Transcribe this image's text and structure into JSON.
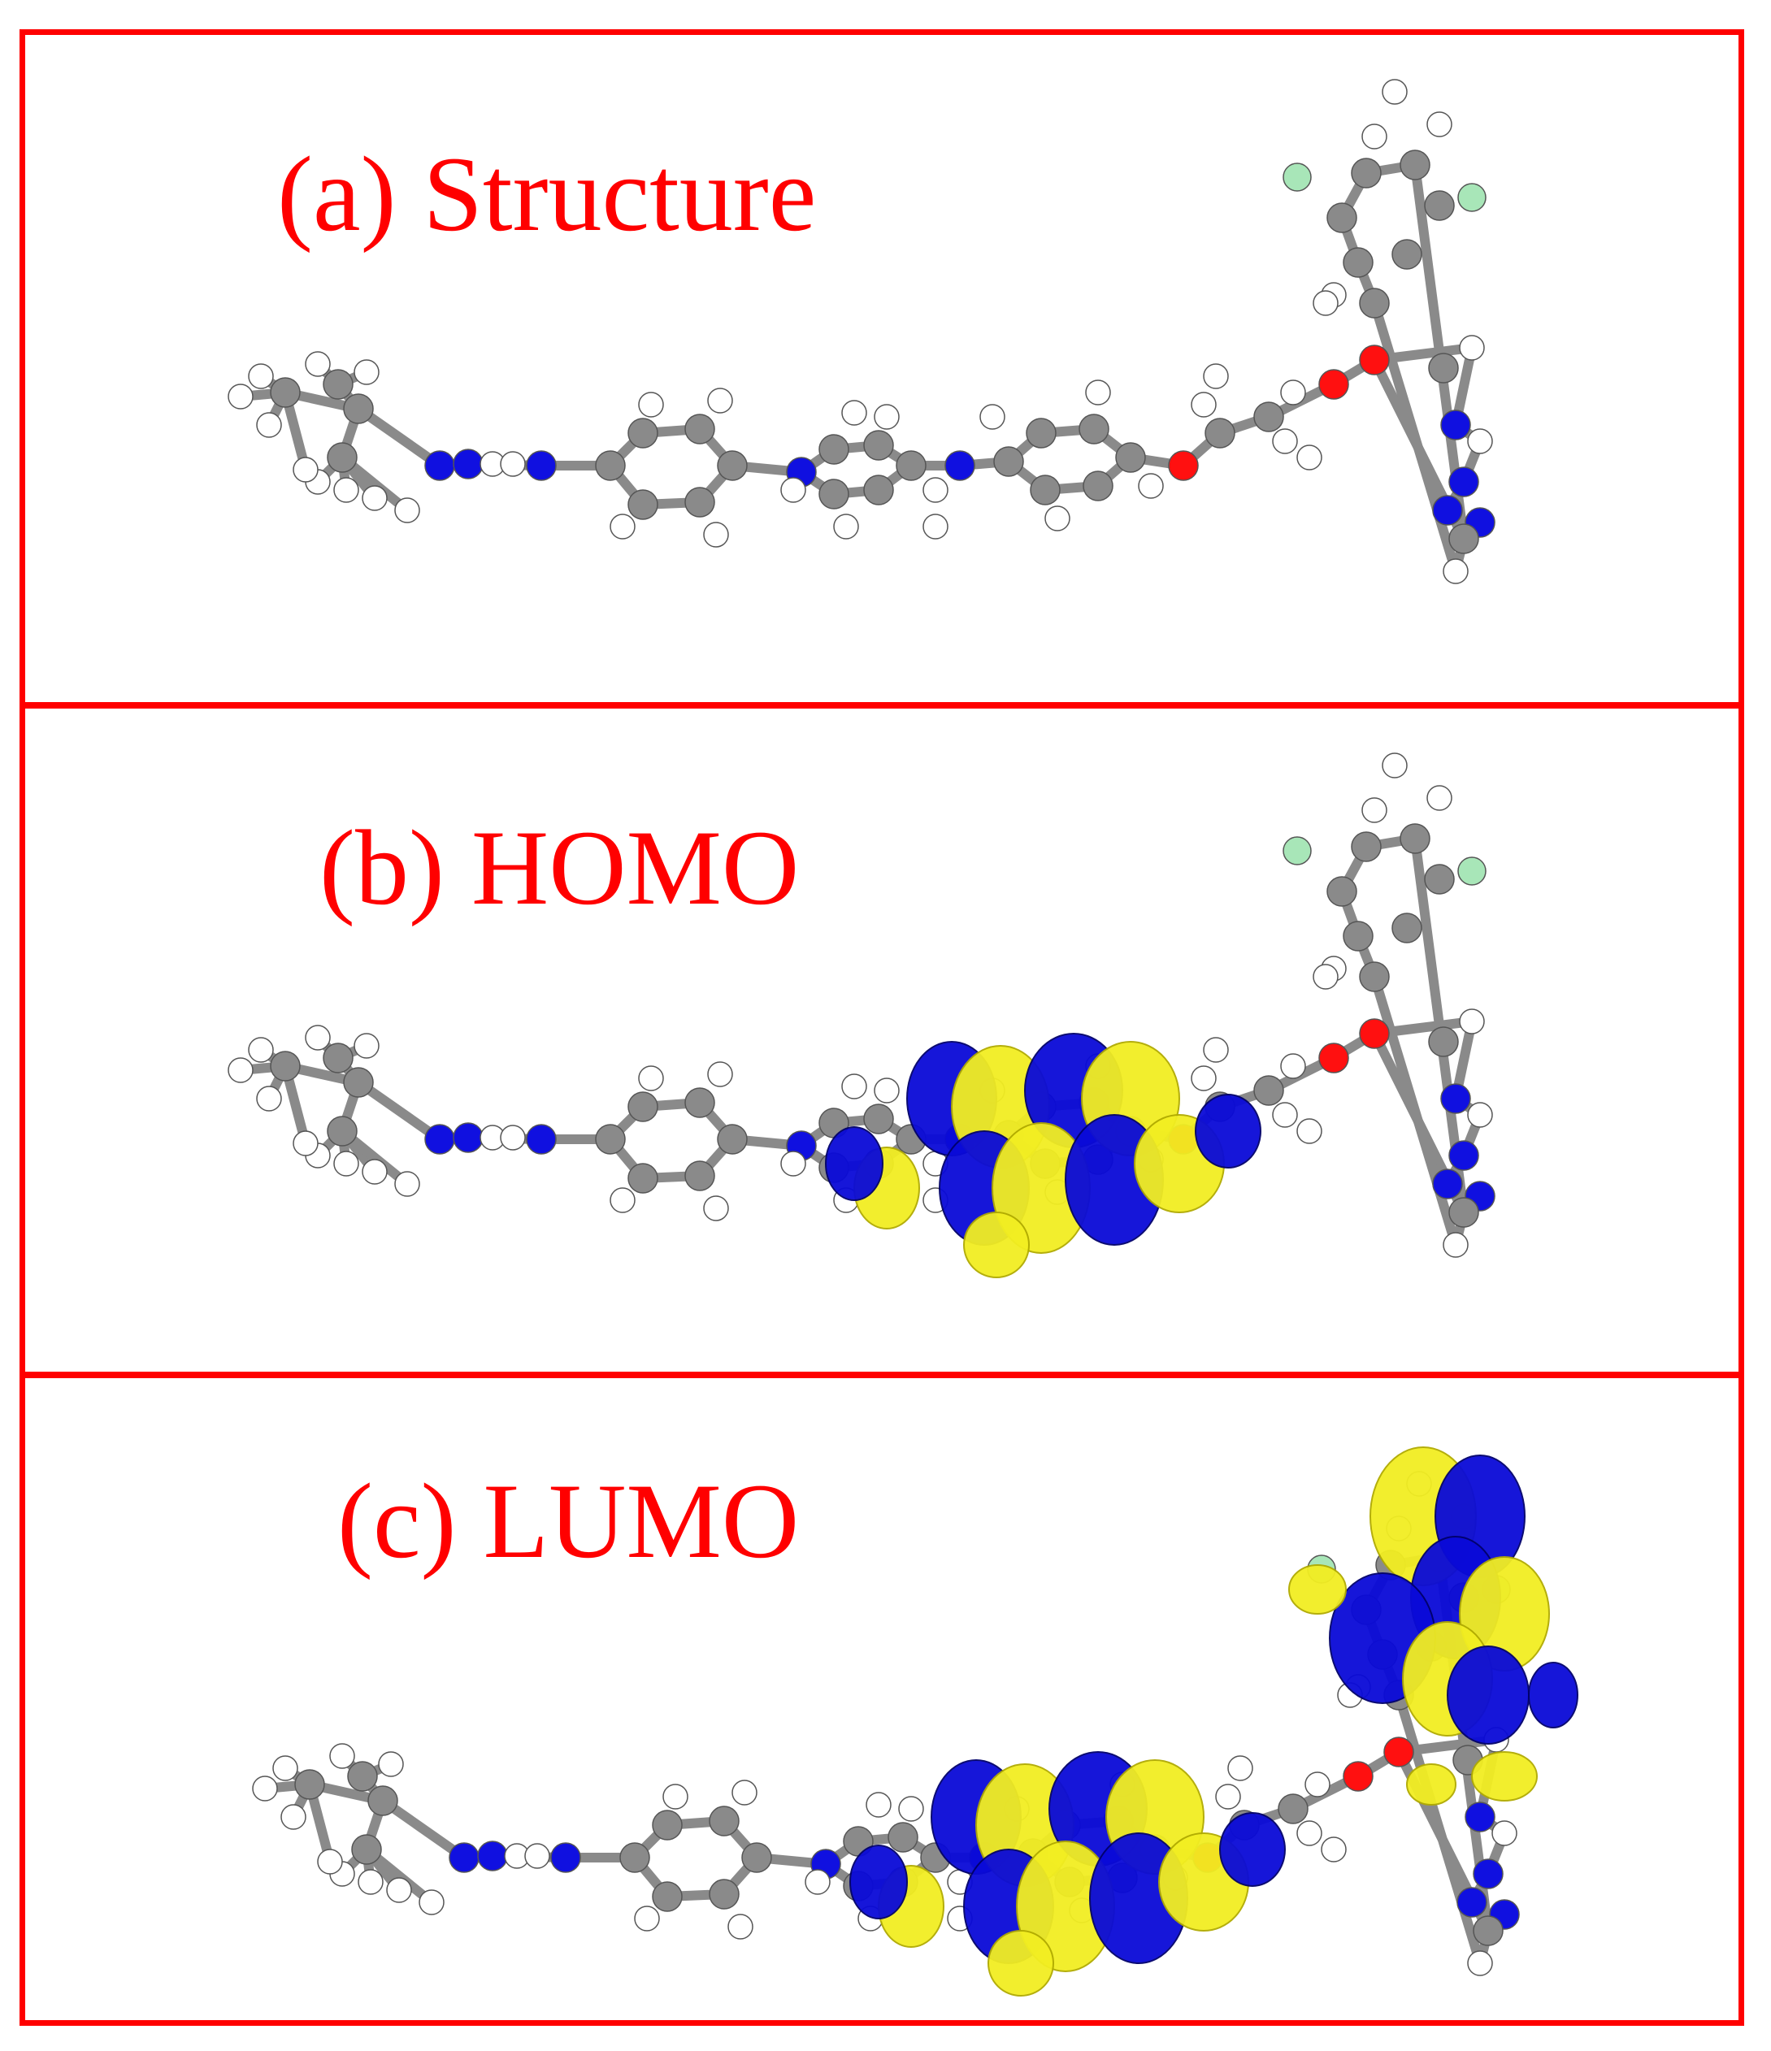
{
  "panels": [
    {
      "id": "a",
      "title": "(a) Structure",
      "orbital": "none"
    },
    {
      "id": "b",
      "title": "(b) HOMO",
      "orbital": "homo"
    },
    {
      "id": "c",
      "title": "(c) LUMO",
      "orbital": "lumo"
    }
  ],
  "colors": {
    "frame": "#ff0000",
    "title": "#ff0000",
    "carbon": "#8a8a8a",
    "hydrogen": "#ffffff",
    "nitrogen": "#1010e0",
    "oxygen": "#ff1010",
    "fluorine": "#a8e6b8",
    "lobe_positive": "#f2ee22",
    "lobe_negative": "#0a0ad8"
  }
}
